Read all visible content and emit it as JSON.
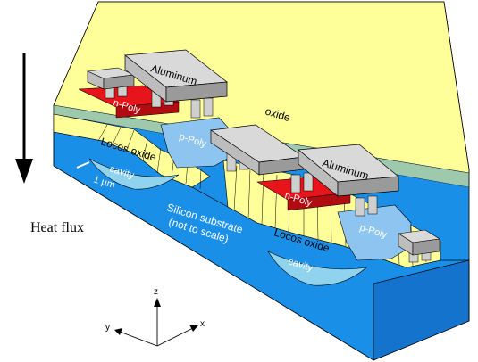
{
  "labels": {
    "heat_flux": "Heat flux",
    "aluminum_1": "Aluminum",
    "aluminum_2": "Aluminum",
    "oxide": "oxide",
    "n_poly_1": "n-Poly",
    "n_poly_2": "n-Poly",
    "p_poly_1": "p-Poly",
    "p_poly_2": "p-Poly",
    "locos_oxide_1": "Locos oxide",
    "locos_oxide_2": "Locos oxide",
    "cavity_1": "cavity",
    "cavity_2": "cavity",
    "scale_bar": "1 µm",
    "substrate_line1": "Silicon substrate",
    "substrate_line2": "(not to scale)",
    "axis_x": "x",
    "axis_y": "y",
    "axis_z": "z"
  },
  "colors": {
    "oxide": "#ffff99",
    "oxide_dark": "#f0e670",
    "silicon": "#1a8fe8",
    "silicon_light": "#5fb6ff",
    "silicon_dark": "#0f63b8",
    "cavity": "#8fd3ef",
    "n_poly": "#e8141c",
    "p_poly": "#8ec5f0",
    "aluminum_top": "#d9d9d9",
    "aluminum_side": "#9a9a9a",
    "aluminum_front": "#bdbdbd",
    "text_light": "#ffffff"
  },
  "icons": {
    "heat_arrow": "down-arrow-icon",
    "coordinate_axes": "xyz-axes-icon"
  }
}
